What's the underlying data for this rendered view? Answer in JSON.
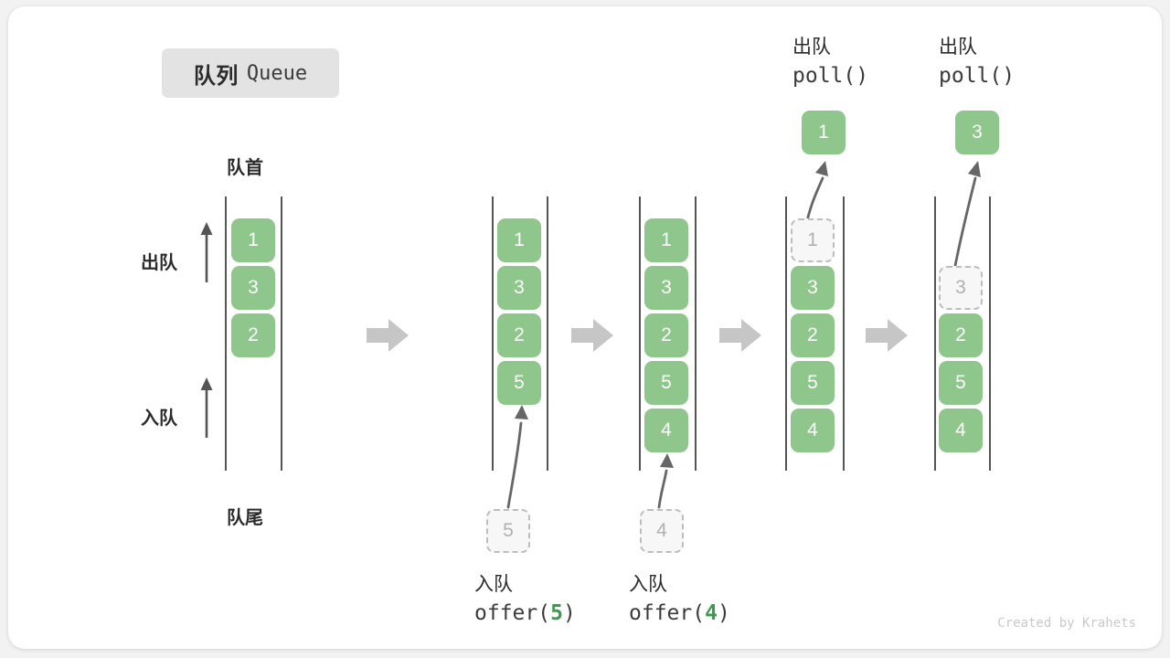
{
  "title": {
    "cn": "队列",
    "en": "Queue"
  },
  "labels": {
    "head": "队首",
    "tail": "队尾",
    "dequeue": "出队",
    "enqueue": "入队"
  },
  "credit": "Created by Krahets",
  "colors": {
    "cell_fill": "#8ec68c",
    "cell_text": "#ffffff",
    "ghost_border": "#bdbdbd",
    "ghost_text": "#b0b0b0",
    "rail": "#555555",
    "step_arrow": "#c6c6c6",
    "accent_green": "#3c9a52",
    "chip_bg": "#e3e3e3"
  },
  "columns": [
    {
      "id": "initial",
      "cells": [
        "1",
        "3",
        "2"
      ],
      "ghost": null,
      "op_cn": null,
      "op_code": null,
      "op_arg": null,
      "ejected": null
    },
    {
      "id": "after-offer-5",
      "cells": [
        "1",
        "3",
        "2",
        "5"
      ],
      "ghost": "5",
      "op_cn": "入队",
      "op_code_prefix": "offer(",
      "op_arg": "5",
      "op_code_suffix": ")",
      "ejected": null
    },
    {
      "id": "after-offer-4",
      "cells": [
        "1",
        "3",
        "2",
        "5",
        "4"
      ],
      "ghost": "4",
      "op_cn": "入队",
      "op_code_prefix": "offer(",
      "op_arg": "4",
      "op_code_suffix": ")",
      "ejected": null
    },
    {
      "id": "after-poll-1",
      "cells": [
        "3",
        "2",
        "5",
        "4"
      ],
      "ghost": "1",
      "op_cn": "出队",
      "op_code_prefix": "poll(",
      "op_arg": "",
      "op_code_suffix": ")",
      "ejected": "1"
    },
    {
      "id": "after-poll-3",
      "cells": [
        "2",
        "5",
        "4"
      ],
      "ghost": "3",
      "op_cn": "出队",
      "op_code_prefix": "poll(",
      "op_arg": "",
      "op_code_suffix": ")",
      "ejected": "3"
    }
  ],
  "icons": {
    "step": "step-arrow-right-icon",
    "dequeue_dir": "arrow-up-icon",
    "enqueue_dir": "arrow-up-icon",
    "move": "curved-arrow-icon"
  }
}
